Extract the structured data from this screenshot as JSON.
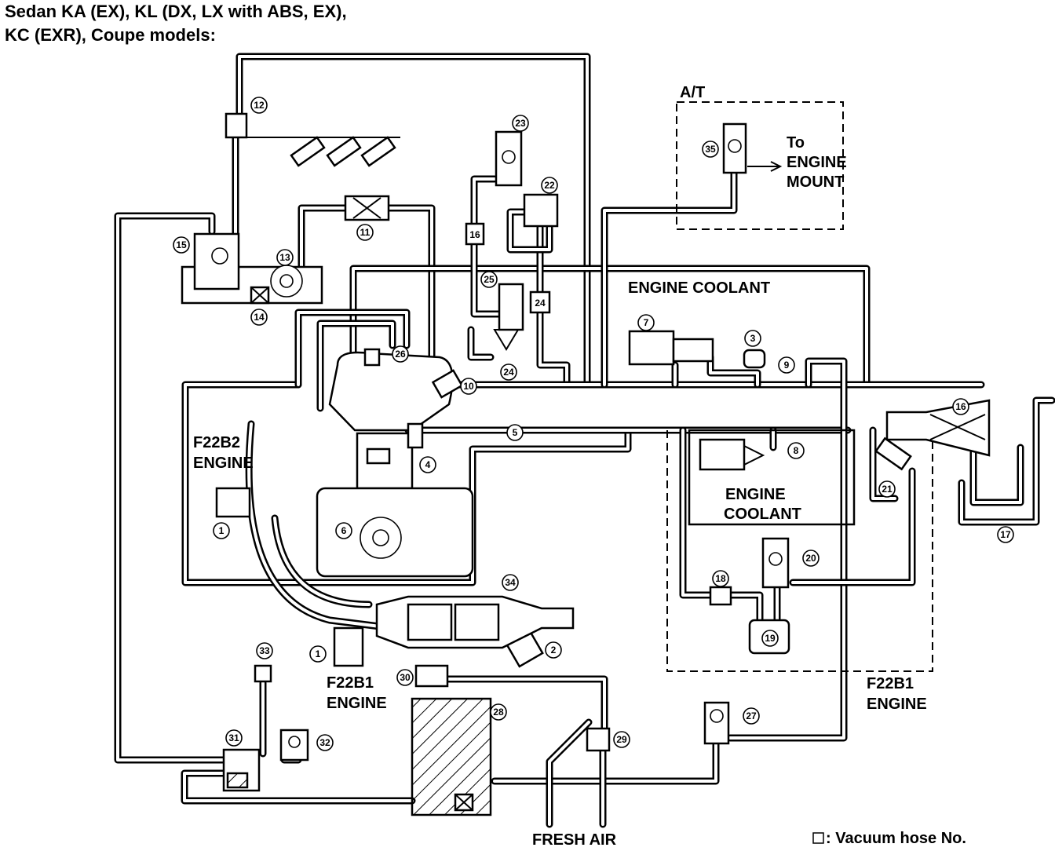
{
  "header": {
    "line1": "Sedan KA (EX), KL (DX, LX with ABS, EX),",
    "line2": "KC (EXR), Coupe models:"
  },
  "labels": {
    "at": "A/T",
    "to_engine_mount": [
      "To",
      "ENGINE",
      "MOUNT"
    ],
    "engine_coolant_top": "ENGINE COOLANT",
    "engine_coolant_lower": [
      "ENGINE",
      "COOLANT"
    ],
    "f22b2_engine": [
      "F22B2",
      "ENGINE"
    ],
    "f22b1_engine_bottom": [
      "F22B1",
      "ENGINE"
    ],
    "f22b1_engine_right": [
      "F22B1",
      "ENGINE"
    ],
    "fresh_air": "FRESH AIR",
    "legend": ": Vacuum hose No."
  },
  "callouts": [
    {
      "id": "c1a",
      "text": "1"
    },
    {
      "id": "c1b",
      "text": "1"
    },
    {
      "id": "c2",
      "text": "2"
    },
    {
      "id": "c3",
      "text": "3"
    },
    {
      "id": "c4",
      "text": "4"
    },
    {
      "id": "c5",
      "text": "5"
    },
    {
      "id": "c6",
      "text": "6"
    },
    {
      "id": "c7",
      "text": "7"
    },
    {
      "id": "c8",
      "text": "8"
    },
    {
      "id": "c9",
      "text": "9"
    },
    {
      "id": "c10",
      "text": "10"
    },
    {
      "id": "c11",
      "text": "11"
    },
    {
      "id": "c12",
      "text": "12"
    },
    {
      "id": "c13",
      "text": "13"
    },
    {
      "id": "c14",
      "text": "14"
    },
    {
      "id": "c15",
      "text": "15"
    },
    {
      "id": "c16",
      "text": "16"
    },
    {
      "id": "c17",
      "text": "17"
    },
    {
      "id": "c18",
      "text": "18"
    },
    {
      "id": "c19",
      "text": "19"
    },
    {
      "id": "c20",
      "text": "20"
    },
    {
      "id": "c21",
      "text": "21"
    },
    {
      "id": "c22",
      "text": "22"
    },
    {
      "id": "c23",
      "text": "23"
    },
    {
      "id": "c24a",
      "text": "24"
    },
    {
      "id": "c25",
      "text": "25"
    },
    {
      "id": "c26",
      "text": "26"
    },
    {
      "id": "c27",
      "text": "27"
    },
    {
      "id": "c28",
      "text": "28"
    },
    {
      "id": "c29",
      "text": "29"
    },
    {
      "id": "c30",
      "text": "30"
    },
    {
      "id": "c31",
      "text": "31"
    },
    {
      "id": "c32",
      "text": "32"
    },
    {
      "id": "c33",
      "text": "33"
    },
    {
      "id": "c34",
      "text": "34"
    },
    {
      "id": "c35",
      "text": "35"
    }
  ],
  "hose_numbers": [
    {
      "id": "h16",
      "text": "16"
    },
    {
      "id": "h24",
      "text": "24"
    }
  ]
}
